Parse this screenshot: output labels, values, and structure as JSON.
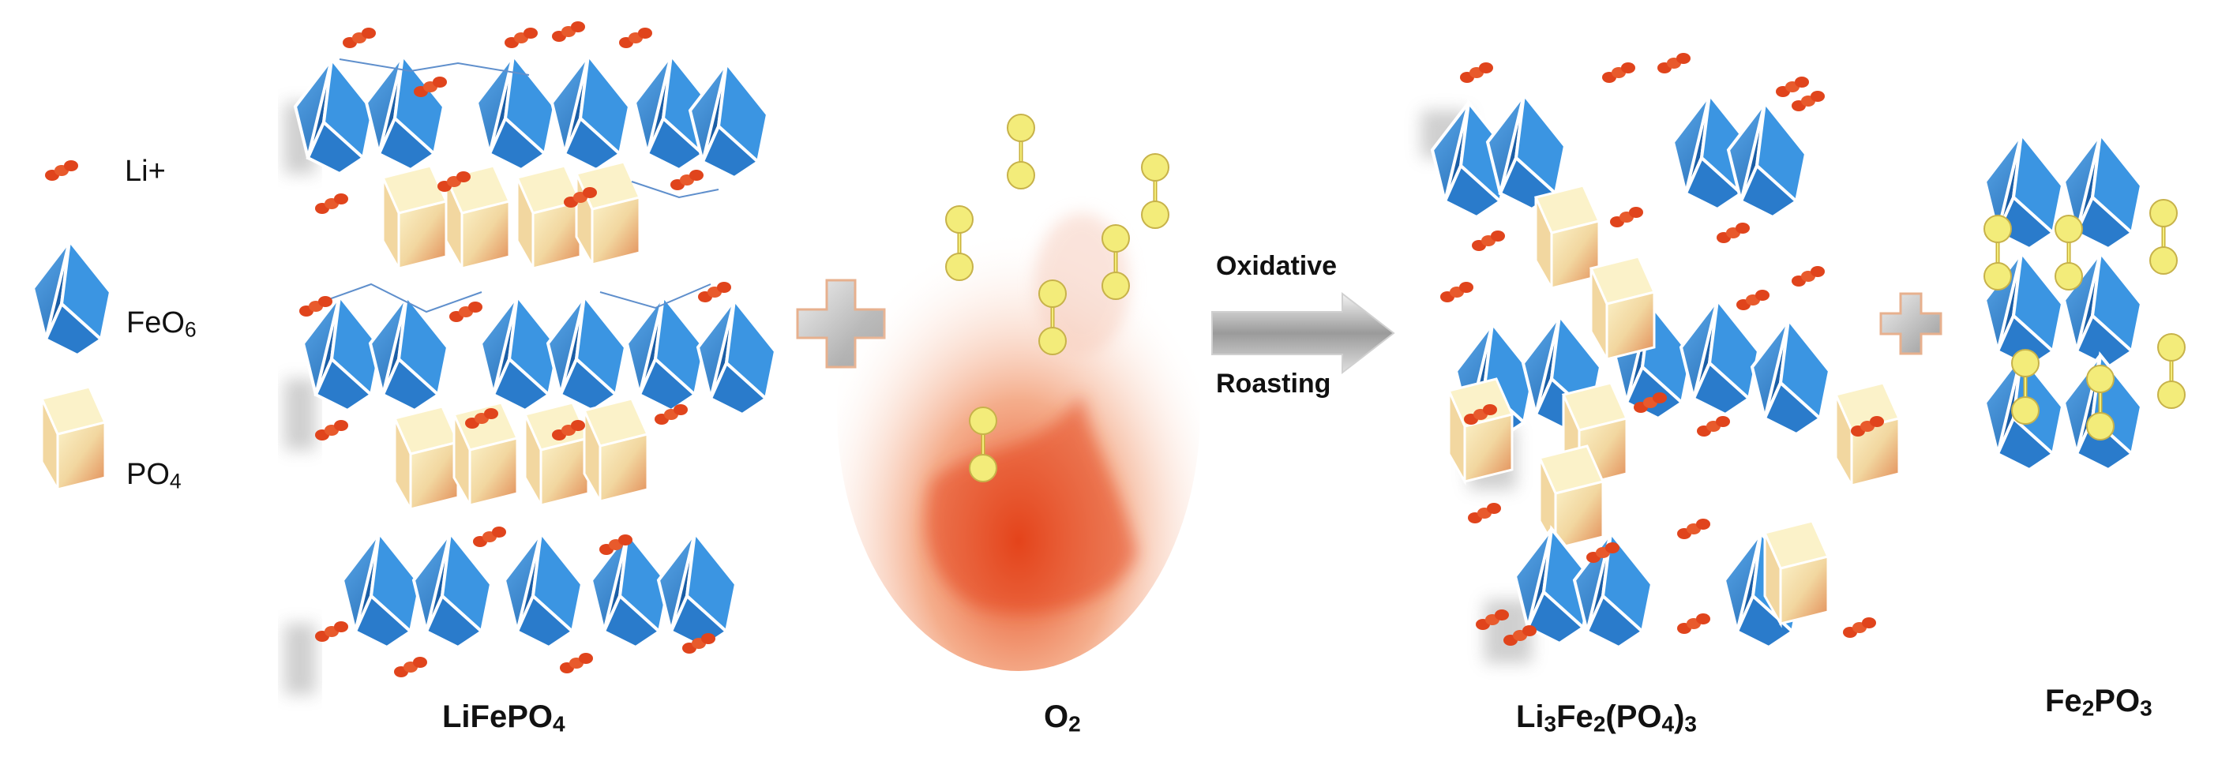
{
  "legend": {
    "li_label": "Li+",
    "feo6_label_main": "FeO",
    "feo6_label_sub": "6",
    "po4_label_main": "PO",
    "po4_label_sub": "4"
  },
  "captions": {
    "lifepo4": {
      "a": "LiFePO",
      "a_sub": "4"
    },
    "o2": {
      "a": "O",
      "a_sub": "2"
    },
    "product": {
      "a": "Li",
      "a_sub": "3",
      "b": "Fe",
      "b_sub": "2",
      "c": "(PO",
      "c_sub": "4",
      "d": ")",
      "d_sub": "3"
    },
    "fe2po3": {
      "a": "Fe",
      "a_sub": "2",
      "b": "PO",
      "b_sub": "3"
    }
  },
  "arrow": {
    "top_label": "Oxidative",
    "bottom_label": "Roasting"
  },
  "colors": {
    "feo6_blue": "#2f86d6",
    "feo6_dark": "#1b5ea6",
    "po4_cream": "#f7ecb8",
    "po4_orange": "#e8a071",
    "lithium_red": "#e0441c",
    "oxygen_yellow": "#f3ec7a",
    "flame_red": "#e8471c",
    "plus_gray": "#b9b9b9"
  },
  "icons": [
    "lithium-ion-icon",
    "feo6-octahedron-icon",
    "po4-tetrahedron-icon",
    "oxygen-molecule-icon",
    "plus-icon",
    "reaction-arrow-icon",
    "flame-icon"
  ]
}
